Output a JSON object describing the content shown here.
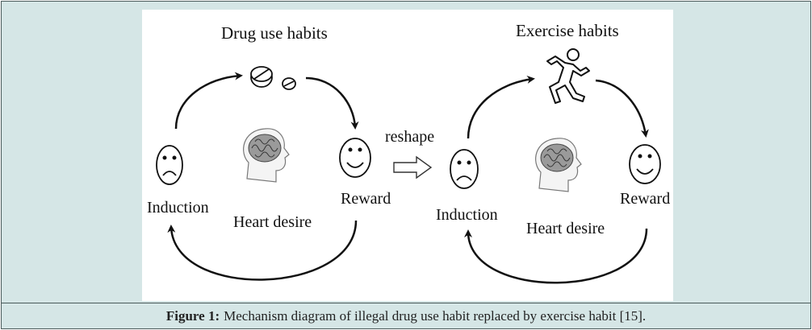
{
  "figure": {
    "left_panel": {
      "title": "Drug use habits",
      "left_label": "Induction",
      "center_label": "Heart desire",
      "right_label": "Reward"
    },
    "transition_label": "reshape",
    "right_panel": {
      "title": "Exercise habits",
      "left_label": "Induction",
      "center_label": "Heart desire",
      "right_label": "Reward"
    },
    "icons": {
      "drug": "pill-icon",
      "exercise": "running-person-icon",
      "brain": "head-brain-icon",
      "sad": "sad-face-icon",
      "happy": "happy-face-icon",
      "arrow": "hollow-arrow-icon"
    }
  },
  "caption": {
    "label": "Figure 1:",
    "text": "Mechanism diagram of illegal drug use habit replaced by exercise habit [15]."
  }
}
